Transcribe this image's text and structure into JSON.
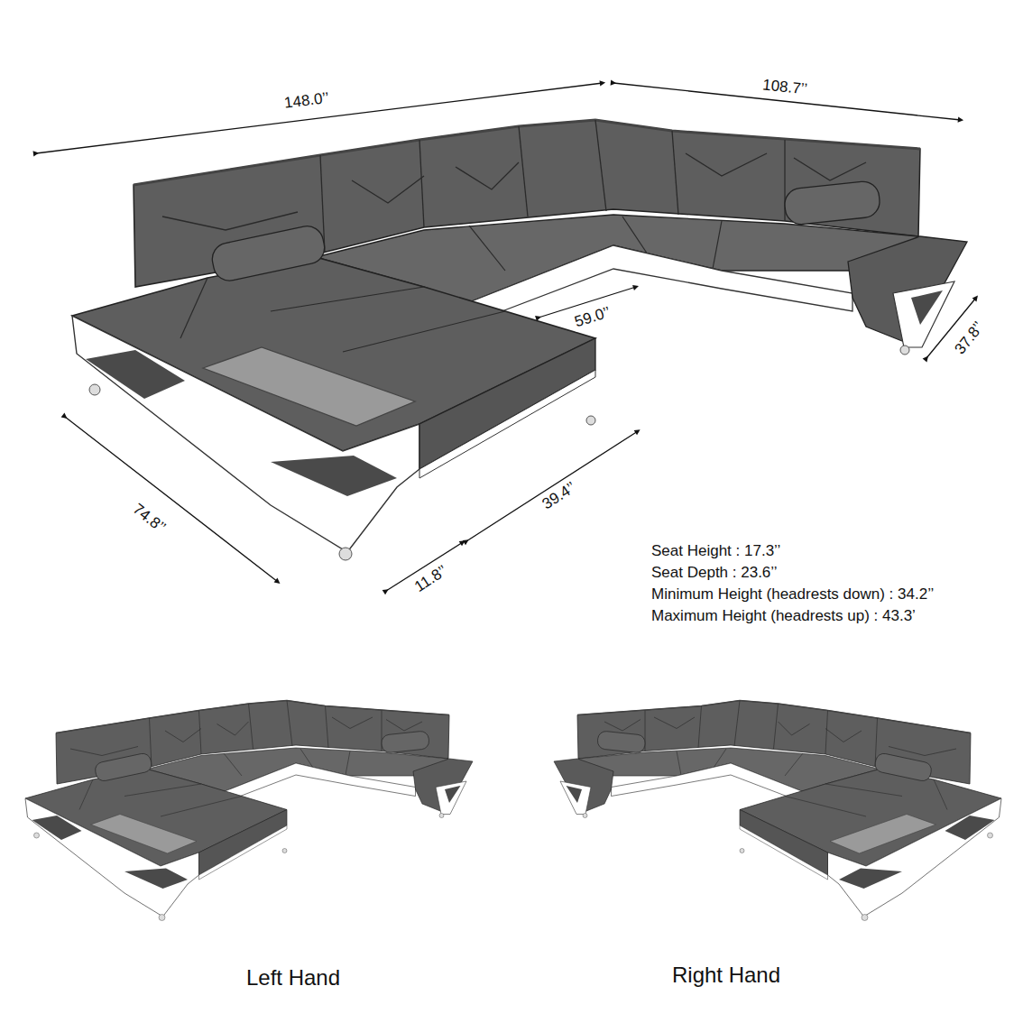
{
  "diagram": {
    "labels": [
      "148.0’’",
      "108.7’’",
      "59.0’’",
      "37.8’’",
      "74.8’’",
      "39.4’’",
      "11.8’’",
      "Seat Height  : 17.3’’",
      "Seat Depth : 23.6’’",
      "Minimum Height (headrests down) : 34.2’’",
      "Maximum Height (headrests up) : 43.3’",
      "Left Hand",
      "Right Hand"
    ]
  }
}
